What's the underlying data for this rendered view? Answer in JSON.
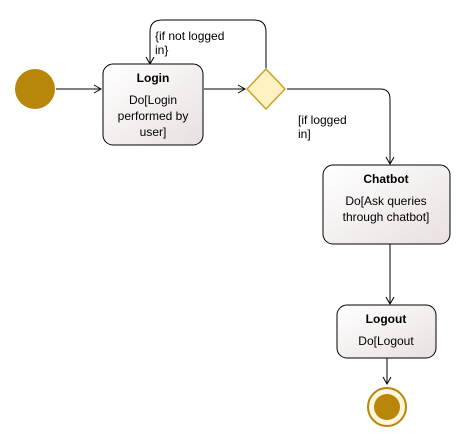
{
  "colors": {
    "start_fill": "#B8860B",
    "end_ring_fill": "#FFF6DC",
    "end_ring_stroke": "#B8860B",
    "end_core_fill": "#B8860B",
    "decision_fill": "#FFF2C2",
    "decision_stroke": "#C9A227",
    "activity_fill_top": "#FFFFFF",
    "activity_fill_bottom": "#E9E0E0",
    "activity_stroke": "#000000",
    "edge": "#000000"
  },
  "activities": {
    "login": {
      "title": "Login",
      "lines": [
        "Do[Login",
        "performed by",
        "user]"
      ]
    },
    "chatbot": {
      "title": "Chatbot",
      "lines": [
        "Do[Ask queries",
        "through chatbot]"
      ]
    },
    "logout": {
      "title": "Logout",
      "lines": [
        "Do[Logout"
      ]
    }
  },
  "guards": {
    "not_logged_in": [
      "{if not logged",
      "in}"
    ],
    "logged_in": [
      "[if logged",
      "in]"
    ]
  }
}
